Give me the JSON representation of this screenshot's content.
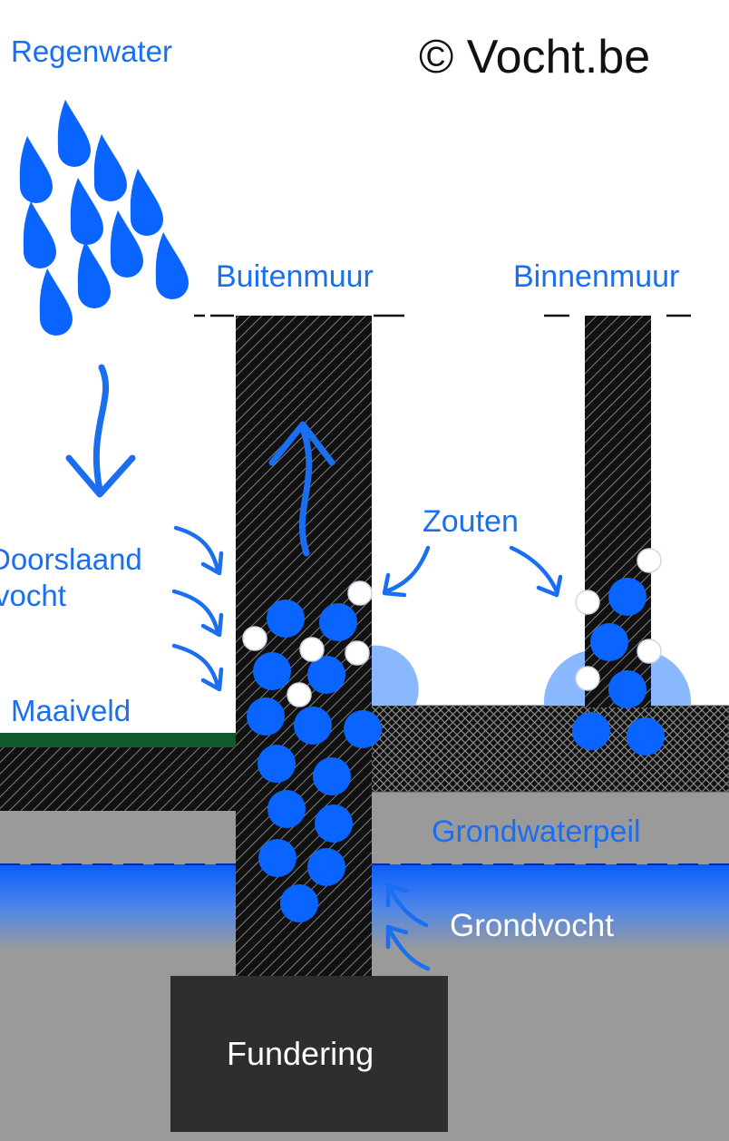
{
  "labels": {
    "rainwater": "Regenwater",
    "copyright": "© Vocht.be",
    "outer_wall": "Buitenmuur",
    "inner_wall": "Binnenmuur",
    "salts": "Zouten",
    "penetrating_damp_line1": "Doorslaand",
    "penetrating_damp_line2": "vocht",
    "ground_level": "Maaiveld",
    "groundwater_level": "Grondwaterpeil",
    "ground_moisture": "Grondvocht",
    "foundation": "Fundering"
  },
  "colors": {
    "accent_blue": "#1a6ff0",
    "water_blue": "#0a64ff",
    "light_blue_stain": "#8ab8ff",
    "wall_black": "#111111",
    "soil_gray": "#9a9a9a",
    "foundation_dark": "#2e2e2e",
    "grass_green": "#0d5a2c",
    "salt_white": "#ffffff"
  },
  "icons": {
    "raindrop": "raindrop-icon",
    "flow_arrow": "curved-arrow-icon"
  }
}
